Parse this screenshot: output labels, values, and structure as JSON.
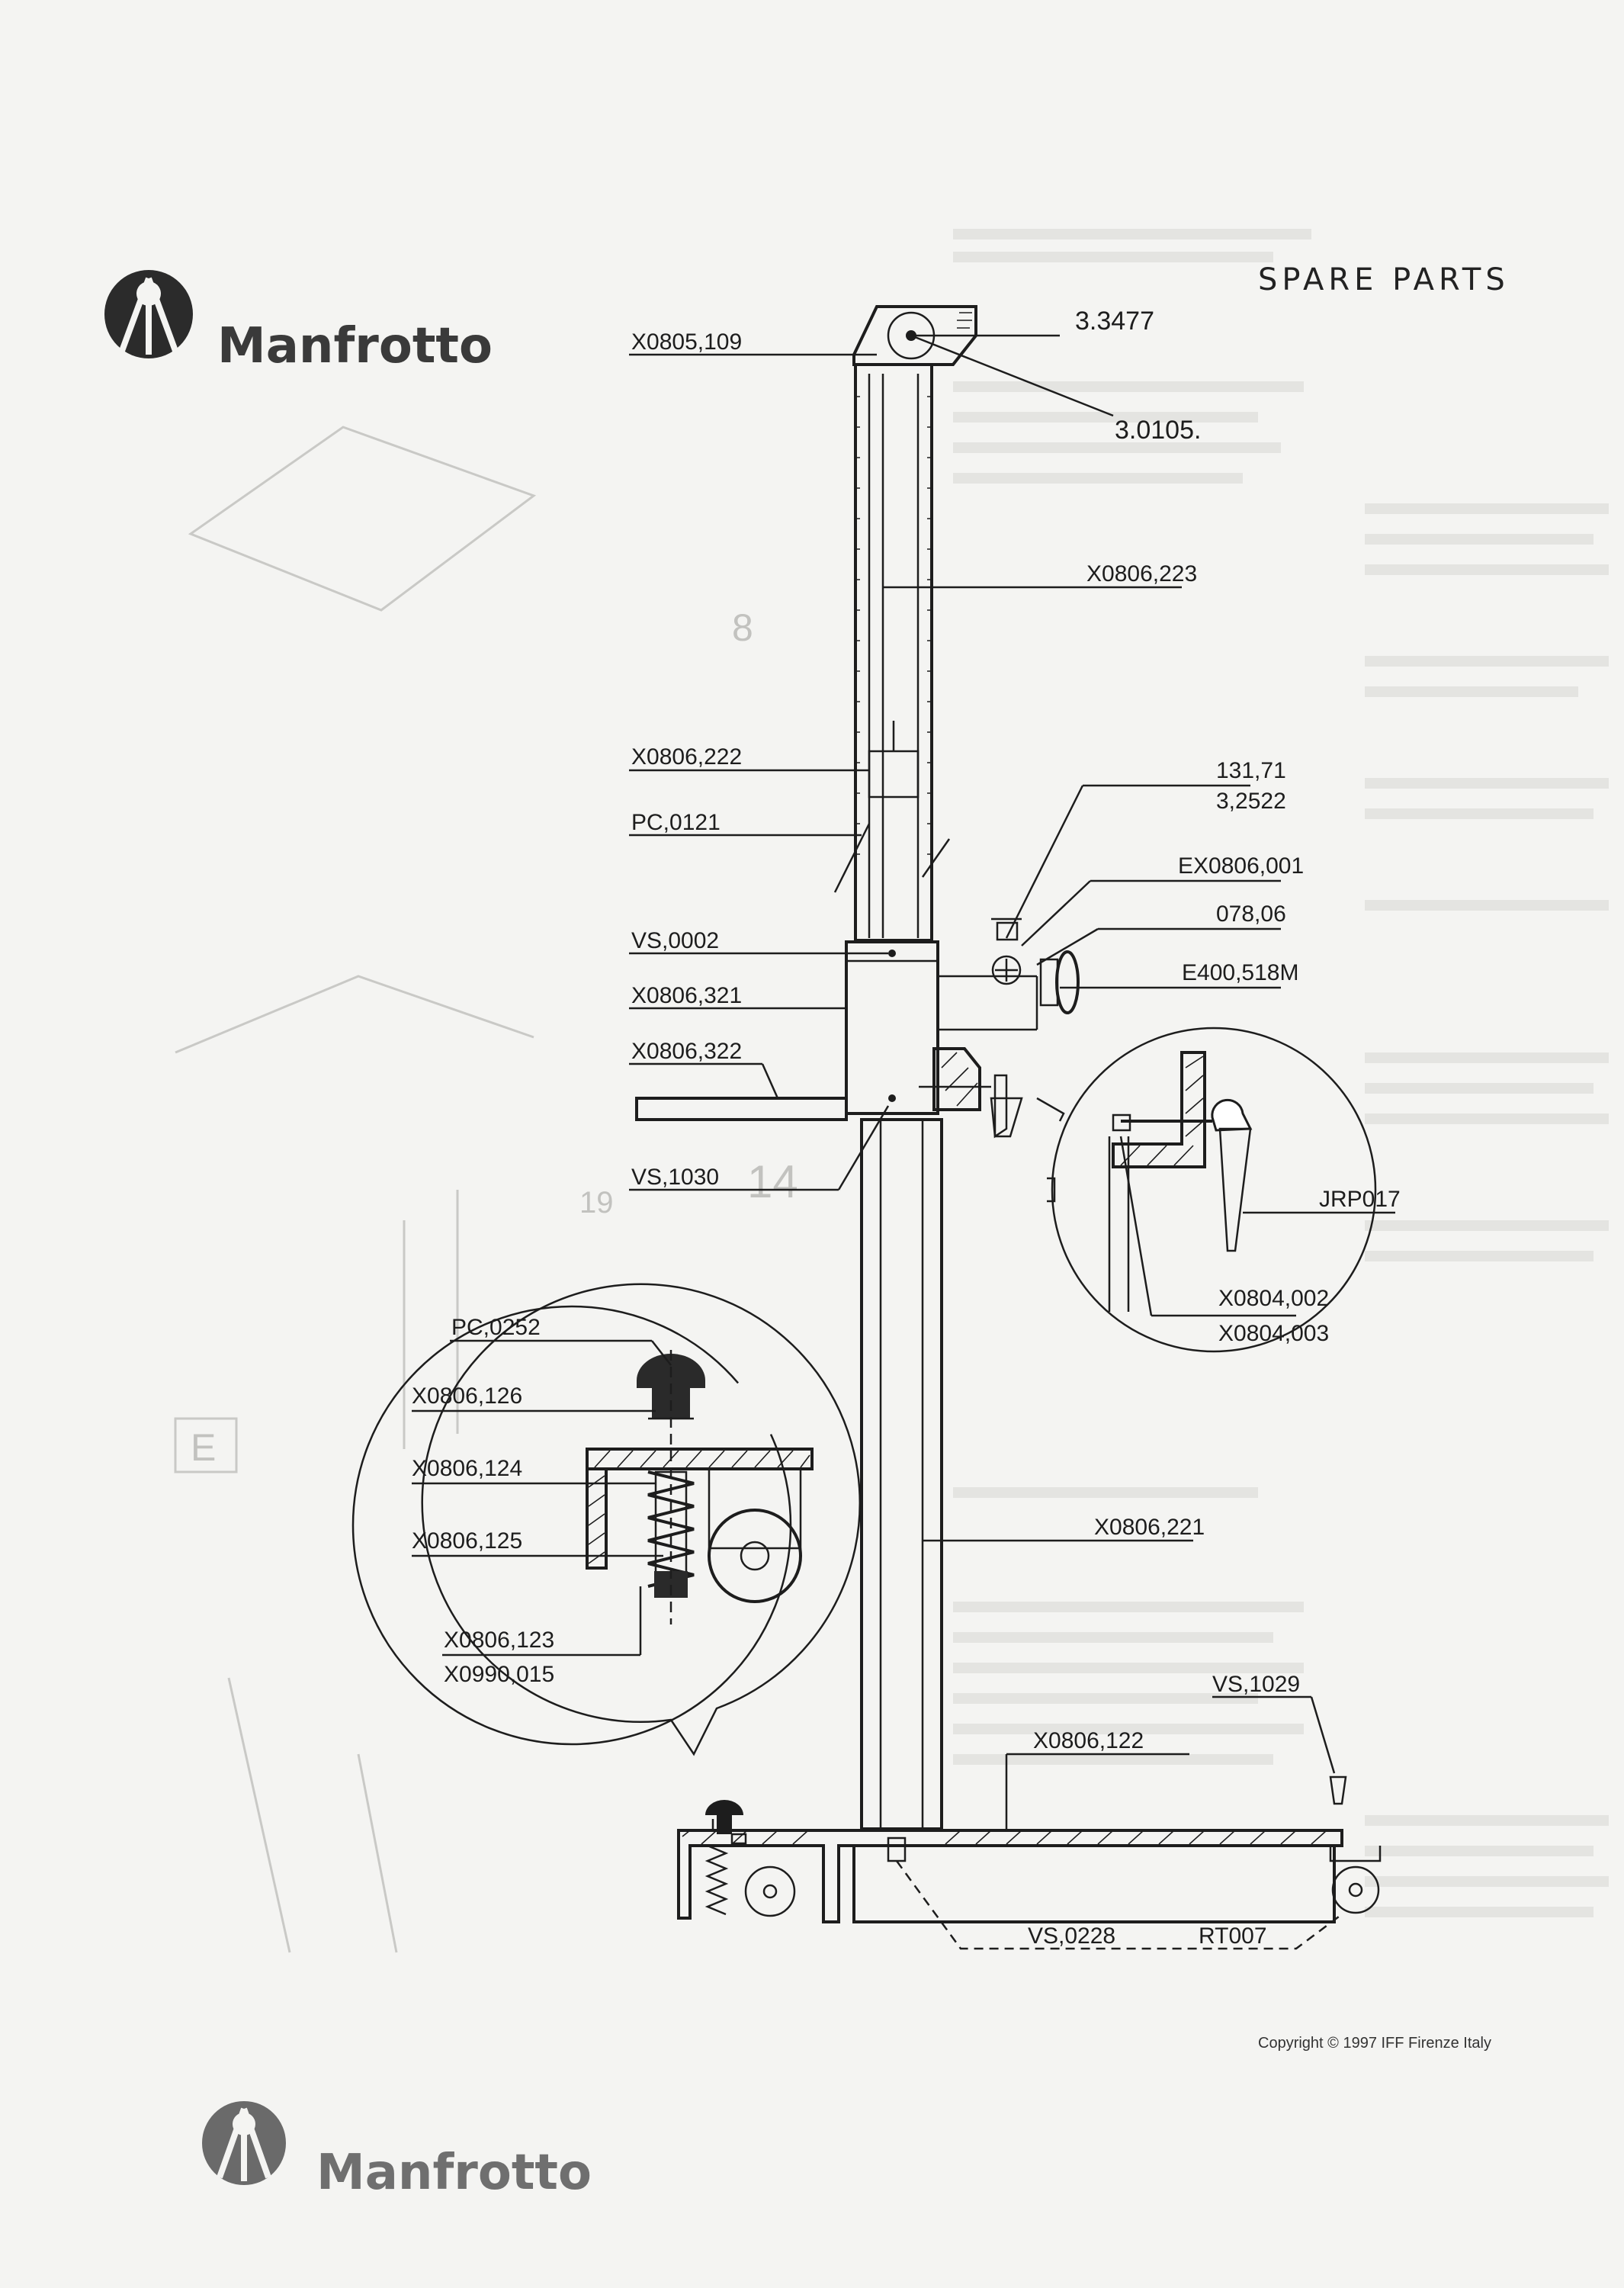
{
  "header": {
    "title": "SPARE PARTS",
    "brand": "Manfrotto"
  },
  "footer": {
    "brand": "Manfrotto",
    "copyright": "Copyright © 1997 IFF Firenze Italy"
  },
  "part_labels": {
    "pulley_shaft": "3.3477",
    "pulley": "3.0105.",
    "top_cap": "X0805,109",
    "inner_column": "X0806,223",
    "slider": "X0806,222",
    "slider_pin": "PC,0121",
    "collar_a": "131,71",
    "collar_b": "3,2522",
    "collar_c": "EX0806,001",
    "knob_washer": "078,06",
    "knob": "E400,518M",
    "screw_top": "VS,0002",
    "carriage": "X0806,321",
    "arm": "X0806,322",
    "screw_low": "VS,1030",
    "lever": "JRP017",
    "clamp_a": "X0804,002",
    "clamp_b": "X0804,003",
    "cap_knob": "PC,0252",
    "brake_stem": "X0806,126",
    "brake_plate": "X0806,124",
    "spring": "X0806,125",
    "brake_nut": "X0806,123",
    "brake_washer": "X0990,015",
    "main_column": "X0806,221",
    "base_screw": "VS,1029",
    "base": "X0806,122",
    "base_bolt": "VS,0228",
    "wheel": "RT007"
  },
  "colors": {
    "ink": "#1d1d1d",
    "paper": "#f4f4f2",
    "ghost": "#c9c9c6"
  }
}
